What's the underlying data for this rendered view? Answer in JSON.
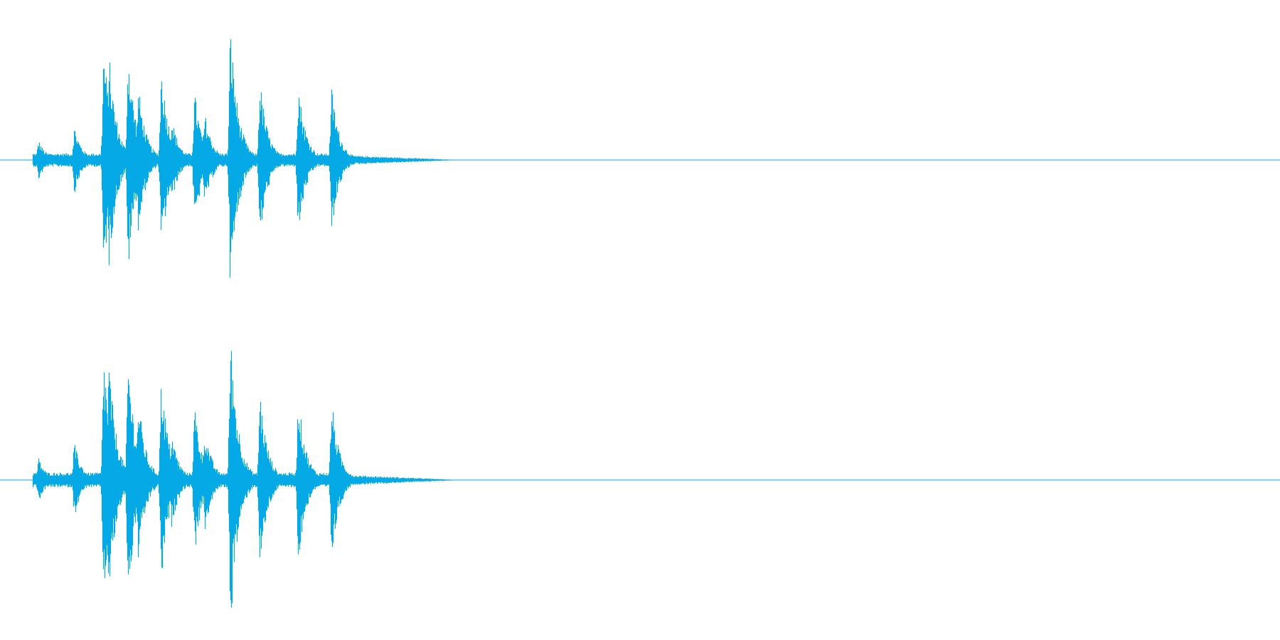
{
  "waveform": {
    "color": "#04a9e6",
    "background": "#ffffff",
    "channels": [
      {
        "label": ""
      },
      {
        "label": ""
      }
    ],
    "bursts": [
      {
        "t": 0.03,
        "amp": 0.15
      },
      {
        "t": 0.058,
        "amp": 0.25
      },
      {
        "t": 0.081,
        "amp": 0.85
      },
      {
        "t": 0.085,
        "amp": 0.8
      },
      {
        "t": 0.1,
        "amp": 0.84
      },
      {
        "t": 0.108,
        "amp": 0.55
      },
      {
        "t": 0.126,
        "amp": 0.7
      },
      {
        "t": 0.134,
        "amp": 0.32
      },
      {
        "t": 0.152,
        "amp": 0.5
      },
      {
        "t": 0.16,
        "amp": 0.35
      },
      {
        "t": 0.18,
        "amp": 1.0
      },
      {
        "t": 0.203,
        "amp": 0.6
      },
      {
        "t": 0.233,
        "amp": 0.57
      },
      {
        "t": 0.259,
        "amp": 0.54
      }
    ],
    "tail_end": 0.36
  }
}
